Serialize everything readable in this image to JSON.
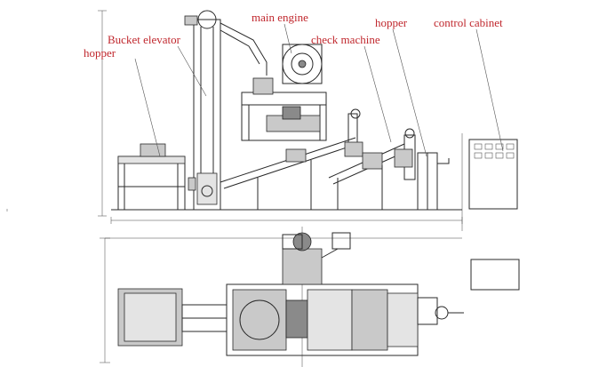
{
  "labels": {
    "main_engine": "main engine",
    "bucket_elevator": "Bucket elevator",
    "check_machine": "check machine",
    "hopper_left": "hopper",
    "hopper_right": "hopper",
    "control_cabinet": "control cabinet"
  },
  "colors": {
    "label_text": "#c0272d",
    "line": "#2a2a2a",
    "background": "#ffffff"
  }
}
